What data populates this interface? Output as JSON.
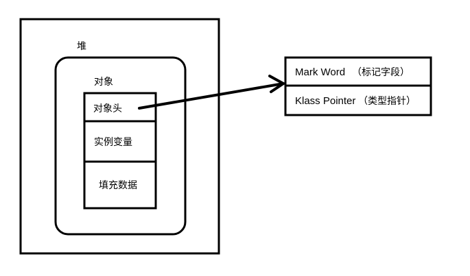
{
  "heap": {
    "label": "堆"
  },
  "object": {
    "label": "对象",
    "sections": [
      {
        "label": "对象头"
      },
      {
        "label": "实例变量"
      },
      {
        "label": "填充数据"
      }
    ]
  },
  "header_detail": {
    "rows": [
      {
        "name": "Mark Word",
        "note": "（标记字段）"
      },
      {
        "name": "Klass Pointer",
        "note": "（类型指针）"
      }
    ]
  }
}
